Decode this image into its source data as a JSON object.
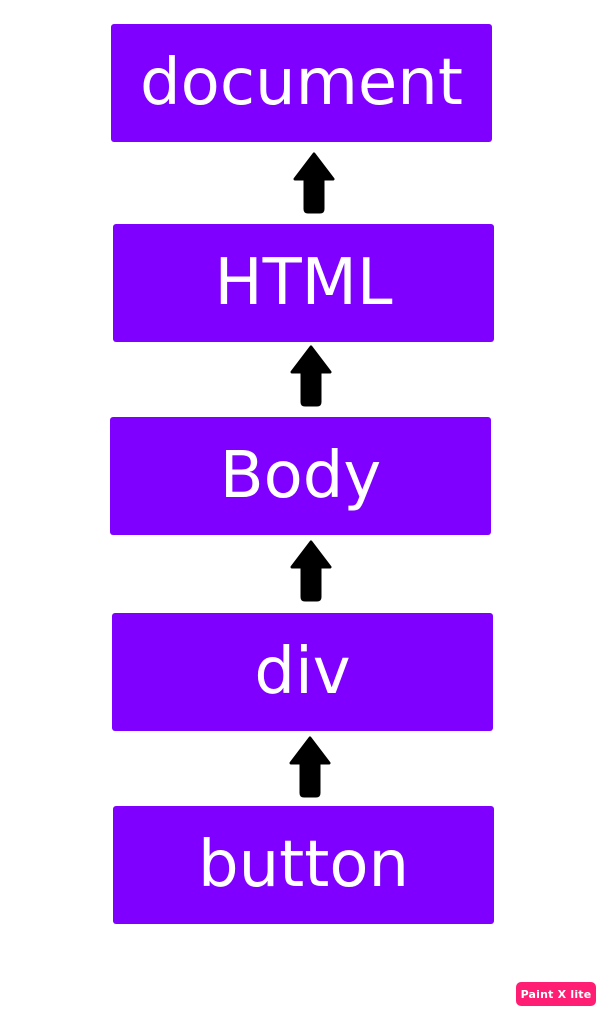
{
  "nodes": {
    "document": "document",
    "html": "HTML",
    "body": "Body",
    "div": "div",
    "button": "button"
  },
  "watermark": "Paint X lite",
  "colors": {
    "node_fill": "#7F00FF",
    "node_text": "#FFFFFF",
    "arrow": "#000000",
    "watermark_bg": "#FF1E73"
  },
  "icons": {
    "arrows": "arrow-up-icon"
  }
}
